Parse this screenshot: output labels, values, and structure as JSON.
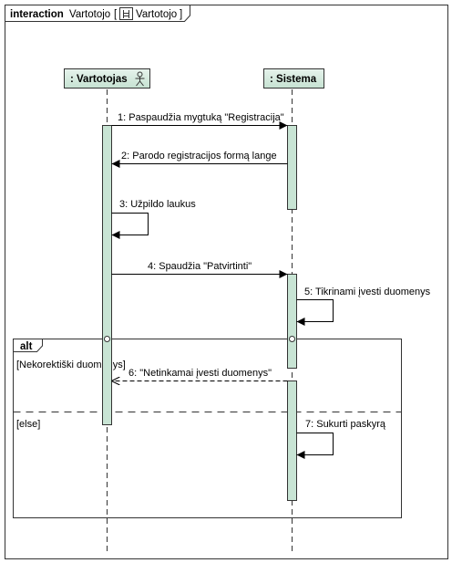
{
  "frame": {
    "keyword": "interaction",
    "name": "Vartotojo",
    "ref_prefix": "[",
    "ref_name": "Vartotojo",
    "ref_suffix": "]"
  },
  "lifelines": [
    {
      "id": "user",
      "label": ": Vartotojas",
      "actor_icon": "actor-icon"
    },
    {
      "id": "system",
      "label": ": Sistema"
    }
  ],
  "messages": [
    {
      "label": "1:  Paspaudžia mygtuką \"Registracija\"",
      "kind": "sync"
    },
    {
      "label": "2:  Parodo registracijos formą lange",
      "kind": "sync"
    },
    {
      "label": "3:  Užpildo laukus",
      "kind": "self"
    },
    {
      "label": "4:  Spaudžia \"Patvirtinti\"",
      "kind": "sync"
    },
    {
      "label": "5:  Tikrinami įvesti duomenys",
      "kind": "self"
    },
    {
      "label": "6:  \"Netinkamai įvesti duomenys\"",
      "kind": "reply"
    },
    {
      "label": "7:  Sukurti paskyrą",
      "kind": "self"
    }
  ],
  "fragment": {
    "operator": "alt",
    "guards": [
      "[Nekorektiški duomenys]",
      "[else]"
    ]
  },
  "colors": {
    "lifeline_head": "#d6ebe0",
    "activation": "#c8e4d4",
    "line": "#000000",
    "border": "#333333"
  }
}
